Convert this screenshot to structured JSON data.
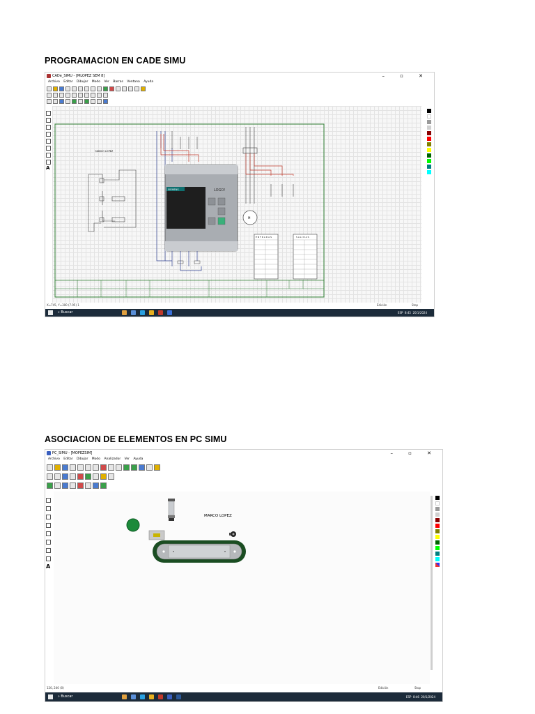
{
  "sections": [
    {
      "heading": "PROGRAMACION EN CADE SIMU"
    },
    {
      "heading": "ASOCIACION DE ELEMENTOS EN PC SIMU"
    }
  ],
  "cade": {
    "window_title": "CADe_SIMU - [MLOPEZ SEM 8]",
    "menu": [
      "Archivo",
      "Editar",
      "Dibujar",
      "Modo",
      "Ver",
      "Barras",
      "Ventana",
      "Ayuda"
    ],
    "author_label": "MARCO LOPEZ",
    "plc": {
      "brand": "SIEMENS",
      "model": "LOGO!"
    },
    "io_tables": {
      "inputs_title": "E N T R A D A S",
      "outputs_title": "S A L I D A S"
    },
    "status_coords": "X=745, Y=300 (7.95) 1",
    "status_mode": "Edición",
    "status_state": "Stop",
    "taskbar": {
      "search": "Buscar",
      "time": "8:45",
      "date": "20/1/2024",
      "lang": "ESP"
    }
  },
  "pcsimu": {
    "window_title": "PC_SIMU - [MOPEZSIM]",
    "menu": [
      "Archivo",
      "Editar",
      "Dibujar",
      "Modo",
      "Analizador",
      "Ver",
      "Ayuda"
    ],
    "author_label": "MARCO LOPEZ",
    "status_coords": "120, 240 (0)",
    "status_mode": "Edición",
    "status_state": "Stop",
    "taskbar": {
      "search": "Buscar",
      "time": "8:46",
      "date": "20/1/2024",
      "lang": "ESP"
    }
  },
  "colors": {
    "palette": [
      "#000000",
      "#ffffff",
      "#9a9a9a",
      "#d0d0d0",
      "#8b0000",
      "#ff0000",
      "#808000",
      "#ffff00",
      "#006400",
      "#00ff00",
      "#008080",
      "#00ffff",
      "#000080",
      "#0000ff"
    ],
    "wire_red": "#c0392b",
    "frame_green": "#2e7d32",
    "wire_blue": "#2c3e8f"
  }
}
